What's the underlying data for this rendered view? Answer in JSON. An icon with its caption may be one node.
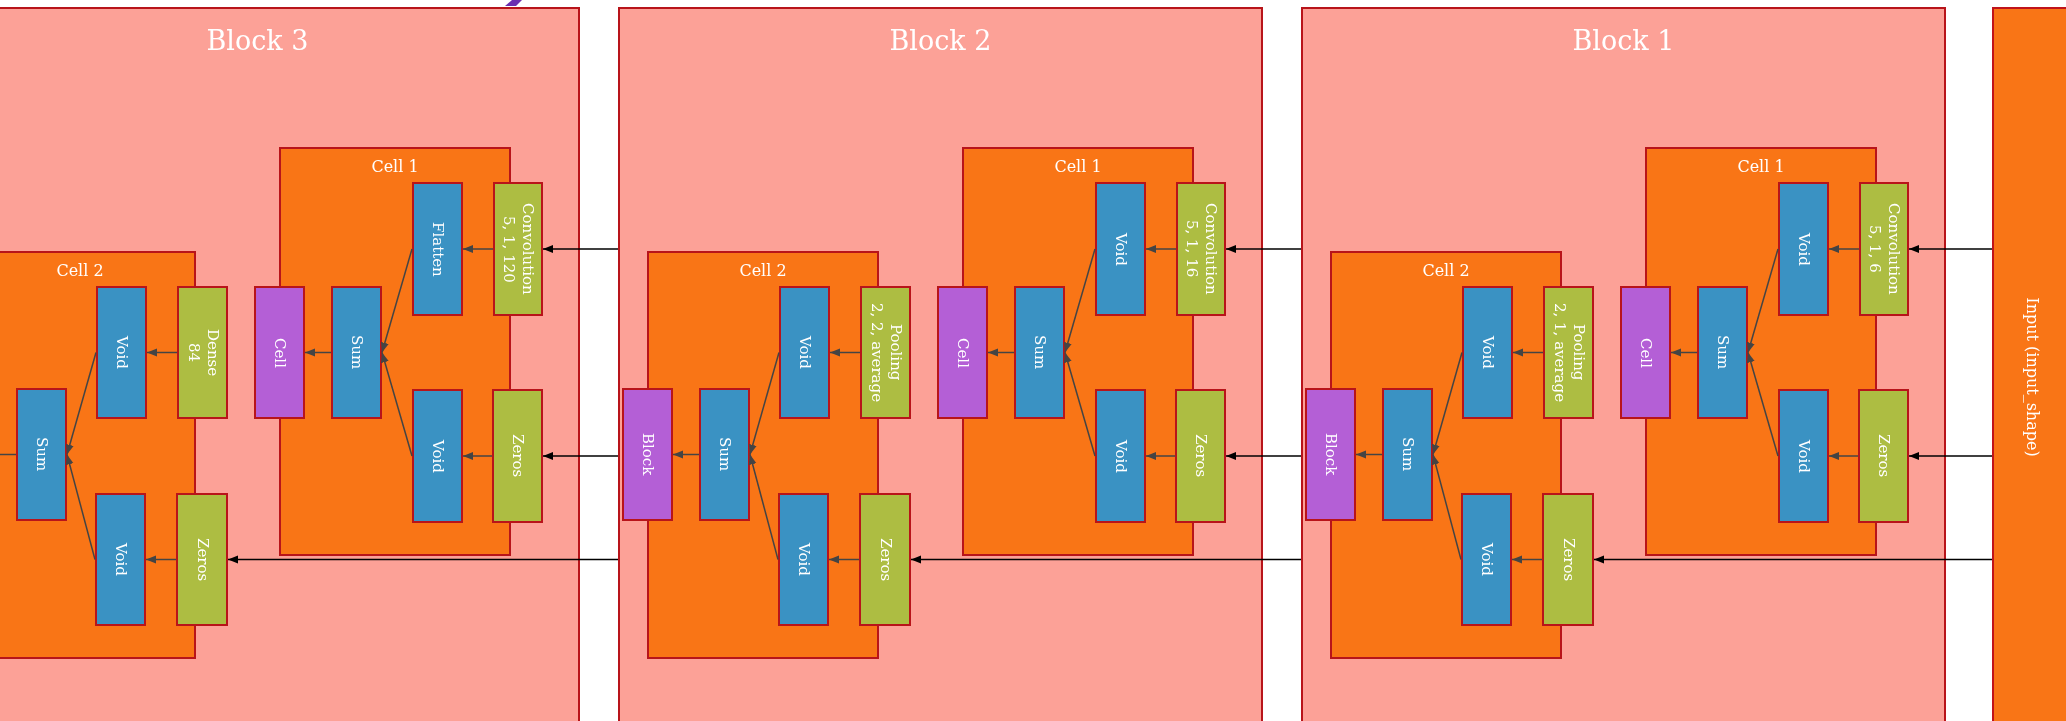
{
  "diagram": {
    "nodes": [
      {
        "text": [
          "Block 3"
        ]
      },
      {
        "text": [
          "Cell 1"
        ],
        "in": 0
      },
      {
        "text": [
          "Flatten"
        ],
        "in": 1
      },
      {
        "text": [
          "Void"
        ],
        "in": 1
      },
      {
        "text": [
          "Sum"
        ],
        "in": 1
      },
      {
        "text": [
          "Convolution",
          "5, 1, 120"
        ],
        "in": 0
      },
      {
        "text": [
          "Zeros"
        ],
        "in": 0
      },
      {
        "text": [
          "Cell"
        ],
        "in": 0
      },
      {
        "text": [
          "Cell 2"
        ],
        "in": 0
      },
      {
        "text": [
          "Void"
        ],
        "in": 8
      },
      {
        "text": [
          "Void"
        ],
        "in": 8
      },
      {
        "text": [
          "Sum"
        ],
        "in": 8
      },
      {
        "text": [
          "Dense",
          "84"
        ],
        "in": 0
      },
      {
        "text": [
          "Zeros"
        ],
        "in": 0
      },
      {
        "text": [
          "Block 2"
        ]
      },
      {
        "text": [
          "Cell 1"
        ],
        "in": 14
      },
      {
        "text": [
          "Void"
        ],
        "in": 15
      },
      {
        "text": [
          "Void"
        ],
        "in": 15
      },
      {
        "text": [
          "Sum"
        ],
        "in": 15
      },
      {
        "text": [
          "Convolution",
          "5, 1, 16"
        ],
        "in": 14
      },
      {
        "text": [
          "Zeros"
        ],
        "in": 14
      },
      {
        "text": [
          "Cell"
        ],
        "in": 14
      },
      {
        "text": [
          "Cell 2"
        ],
        "in": 14
      },
      {
        "text": [
          "Void"
        ],
        "in": 22
      },
      {
        "text": [
          "Void"
        ],
        "in": 22
      },
      {
        "text": [
          "Sum"
        ],
        "in": 22
      },
      {
        "text": [
          "Pooling",
          "2, 2, average"
        ],
        "in": 14
      },
      {
        "text": [
          "Zeros"
        ],
        "in": 14
      },
      {
        "text": [
          "Block"
        ],
        "in": 14
      },
      {
        "text": [
          "Block 1"
        ]
      },
      {
        "text": [
          "Cell 1"
        ],
        "in": 29
      },
      {
        "text": [
          "Void"
        ],
        "in": 30
      },
      {
        "text": [
          "Void"
        ],
        "in": 30
      },
      {
        "text": [
          "Sum"
        ],
        "in": 30
      },
      {
        "text": [
          "Convolution",
          "5, 1, 6"
        ],
        "in": 29
      },
      {
        "text": [
          "Zeros"
        ],
        "in": 29
      },
      {
        "text": [
          "Cell"
        ],
        "in": 29
      },
      {
        "text": [
          "Cell 2"
        ],
        "in": 29
      },
      {
        "text": [
          "Void"
        ],
        "in": 37
      },
      {
        "text": [
          "Void"
        ],
        "in": 37
      },
      {
        "text": [
          "Sum"
        ],
        "in": 37
      },
      {
        "text": [
          "Pooling",
          "2, 1, average"
        ],
        "in": 29
      },
      {
        "text": [
          "Zeros"
        ],
        "in": 29
      },
      {
        "text": [
          "Block"
        ],
        "in": 29
      },
      {
        "text": [
          "Input (input_shape)"
        ]
      }
    ],
    "edges": [
      {
        "from": 5,
        "to": 2,
        "arrow": "to"
      },
      {
        "from": 6,
        "to": 3,
        "arrow": "to"
      },
      {
        "from": 2,
        "to": 4,
        "arrow": "to"
      },
      {
        "from": 3,
        "to": 4,
        "arrow": "to"
      },
      {
        "from": 4,
        "to": 7,
        "arrow": "to"
      },
      {
        "from": 12,
        "to": 9,
        "arrow": "to"
      },
      {
        "from": 13,
        "to": 10,
        "arrow": "to"
      },
      {
        "from": 9,
        "to": 11,
        "arrow": "to"
      },
      {
        "from": 10,
        "to": 11,
        "arrow": "to"
      },
      {
        "from": 11,
        "to": null,
        "arrow": "none"
      },
      {
        "from": 19,
        "to": 16,
        "arrow": "to"
      },
      {
        "from": 20,
        "to": 17,
        "arrow": "to"
      },
      {
        "from": 16,
        "to": 18,
        "arrow": "to"
      },
      {
        "from": 17,
        "to": 18,
        "arrow": "to"
      },
      {
        "from": 18,
        "to": 21,
        "arrow": "to"
      },
      {
        "from": 26,
        "to": 23,
        "arrow": "to"
      },
      {
        "from": 27,
        "to": 24,
        "arrow": "to"
      },
      {
        "from": 23,
        "to": 25,
        "arrow": "to"
      },
      {
        "from": 24,
        "to": 25,
        "arrow": "to"
      },
      {
        "from": 25,
        "to": 28,
        "arrow": "to"
      },
      {
        "from": 34,
        "to": 31,
        "arrow": "to"
      },
      {
        "from": 35,
        "to": 32,
        "arrow": "to"
      },
      {
        "from": 31,
        "to": 33,
        "arrow": "to"
      },
      {
        "from": 32,
        "to": 33,
        "arrow": "to"
      },
      {
        "from": 33,
        "to": 36,
        "arrow": "to"
      },
      {
        "from": 41,
        "to": 38,
        "arrow": "to"
      },
      {
        "from": 42,
        "to": 39,
        "arrow": "to"
      },
      {
        "from": 38,
        "to": 40,
        "arrow": "to"
      },
      {
        "from": 39,
        "to": 40,
        "arrow": "to"
      },
      {
        "from": 40,
        "to": 43,
        "arrow": "to"
      },
      {
        "from": 44,
        "to": 34,
        "arrow": "to",
        "color": "#000000"
      },
      {
        "from": 44,
        "to": 35,
        "arrow": "to",
        "color": "#000000"
      },
      {
        "from": 44,
        "to": 42,
        "arrow": "to",
        "color": "#000000"
      },
      {
        "from": 29,
        "to": 19,
        "arrow": "to",
        "color": "#000000"
      },
      {
        "from": 29,
        "to": 20,
        "arrow": "to",
        "color": "#000000"
      },
      {
        "from": 29,
        "to": 27,
        "arrow": "to",
        "color": "#000000"
      },
      {
        "from": 14,
        "to": 5,
        "arrow": "to",
        "color": "#000000"
      },
      {
        "from": 14,
        "to": 6,
        "arrow": "to",
        "color": "#000000"
      },
      {
        "from": 14,
        "to": 13,
        "arrow": "to",
        "color": "#000000"
      }
    ]
  }
}
